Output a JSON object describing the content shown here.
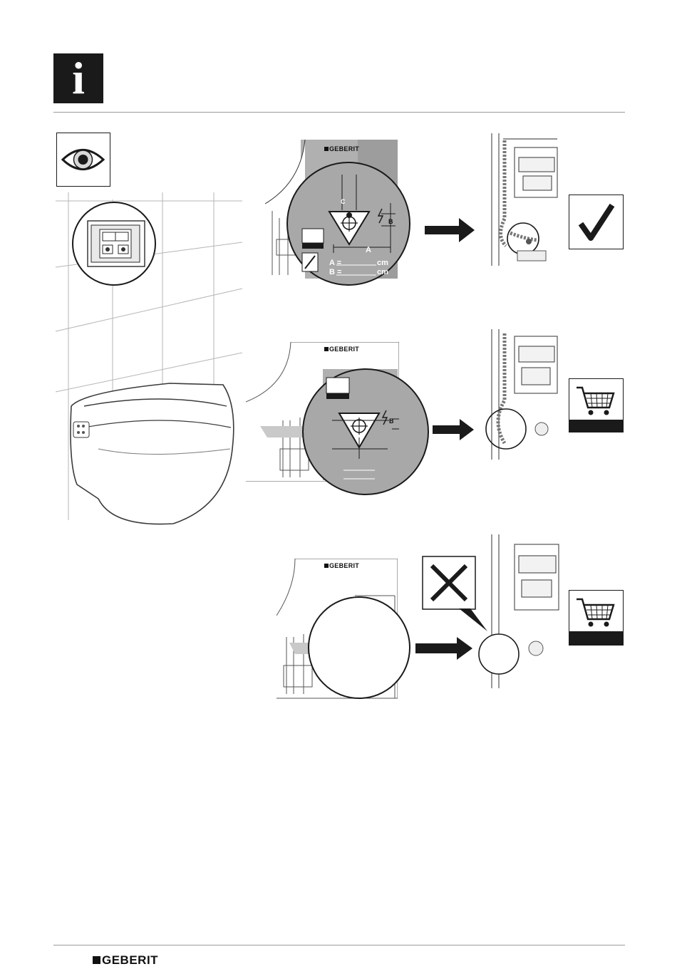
{
  "header": {
    "info_icon_name": "info-icon",
    "info_glyph": "i"
  },
  "panels": [
    {
      "brand": "GEBERIT",
      "labels": {
        "a_eq": "A =",
        "b_eq": "B =",
        "unit_a": "cm",
        "unit_b": "cm",
        "dim_a": "A",
        "dim_b": "B",
        "dim_c": "C"
      },
      "result_icon": "checkmark-icon"
    },
    {
      "brand": "GEBERIT",
      "labels": {
        "dim_b": "B"
      },
      "result_icon": "shopping-cart-icon"
    },
    {
      "brand": "GEBERIT",
      "result_icon": "shopping-cart-icon",
      "callout_icon": "cross-icon"
    }
  ],
  "footer": {
    "brand": "GEBERIT"
  },
  "colors": {
    "dark": "#1a1a1a",
    "label_gray": "#a8a8a8",
    "line_gray": "#9a9a9a"
  }
}
